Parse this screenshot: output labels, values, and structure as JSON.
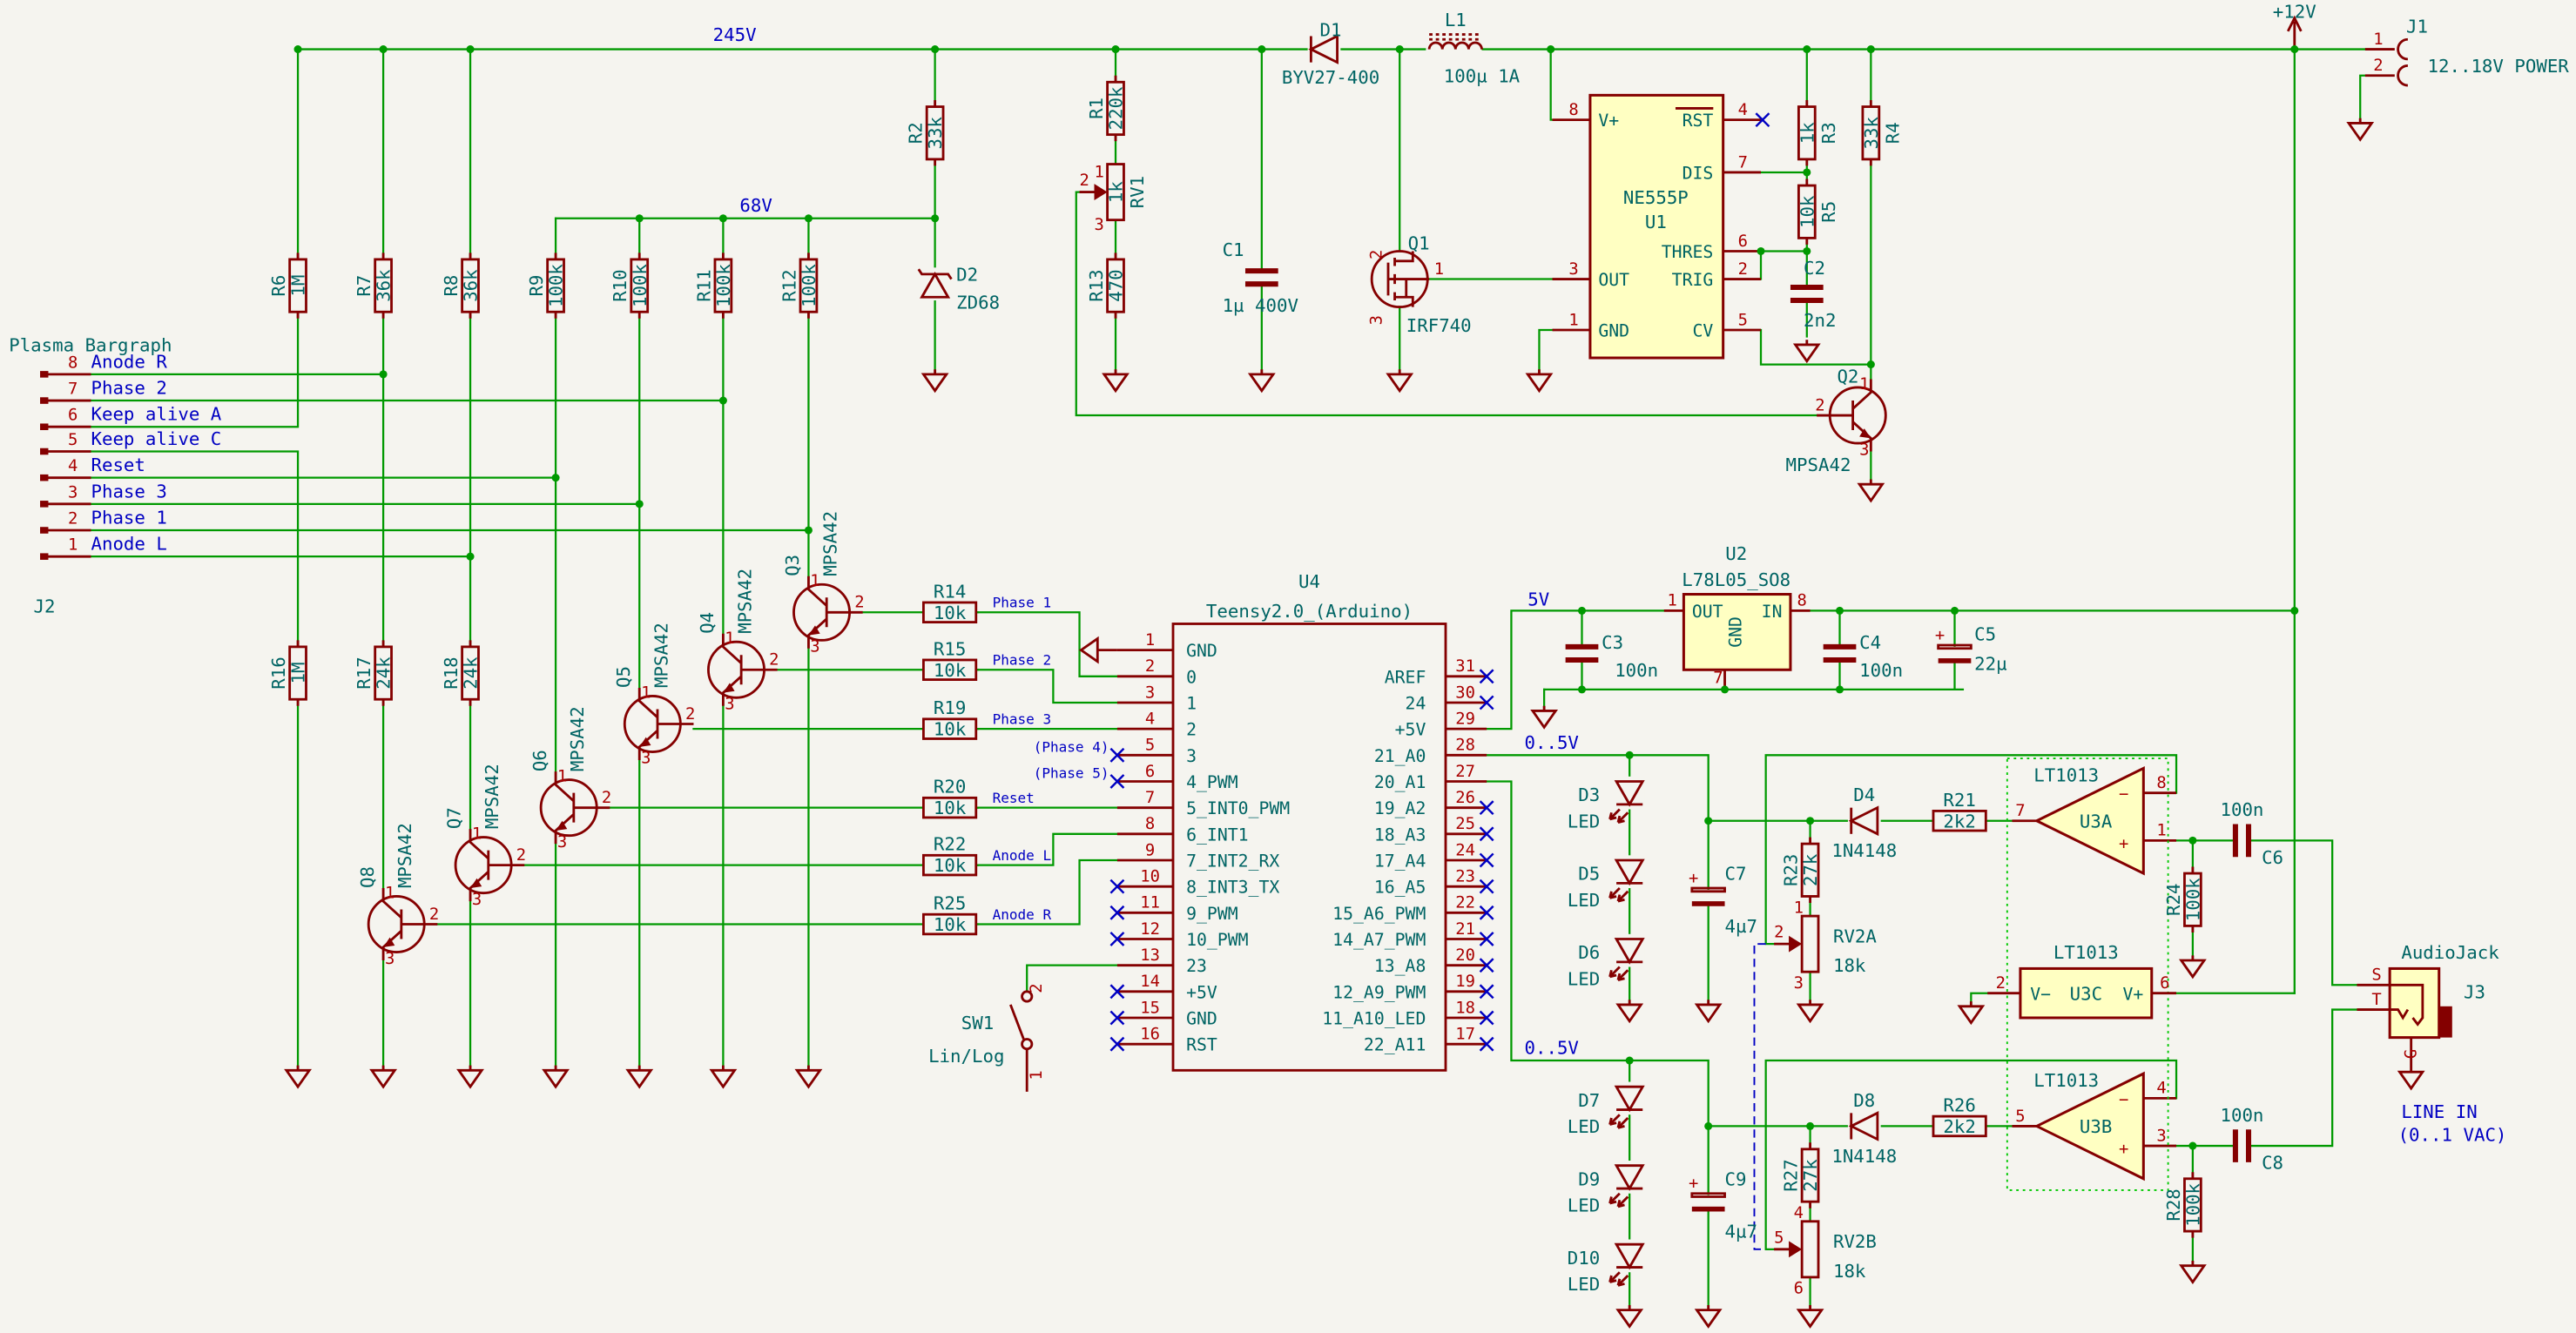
{
  "colors": {
    "background": "#f5f4ef",
    "wire": "#009900",
    "component": "#840000",
    "reference_text": "#006464",
    "net_label": "#0000c2",
    "pin_number": "#a90000",
    "body_fill": "#ffffc2",
    "no_connect": "#0000c2"
  },
  "symbols": {
    "plus": "+",
    "minus": "−"
  },
  "pin_numbers": [
    "1",
    "2",
    "3"
  ],
  "nets": {
    "hv": "245V",
    "v68": "68V",
    "v12": "+12V",
    "v5": "5V",
    "a0": "0..5V",
    "a1": "0..5V"
  },
  "signals": {
    "phase1": "Phase 1",
    "phase2": "Phase 2",
    "phase3": "Phase 3",
    "phase4": "(Phase 4)",
    "phase5": "(Phase 5)",
    "reset": "Reset",
    "anode_l": "Anode L",
    "anode_r": "Anode R"
  },
  "j1": {
    "ref": "J1",
    "label": "12..18V POWER",
    "pins": [
      "1",
      "2"
    ]
  },
  "j2": {
    "ref": "J2",
    "title": "Plasma Bargraph",
    "pins": [
      {
        "num": "8",
        "name": "Anode R"
      },
      {
        "num": "7",
        "name": "Phase 2"
      },
      {
        "num": "6",
        "name": "Keep alive A"
      },
      {
        "num": "5",
        "name": "Keep alive C"
      },
      {
        "num": "4",
        "name": "Reset"
      },
      {
        "num": "3",
        "name": "Phase 3"
      },
      {
        "num": "2",
        "name": "Phase 1"
      },
      {
        "num": "1",
        "name": "Anode L"
      }
    ]
  },
  "j3": {
    "ref": "J3",
    "value": "AudioJack",
    "pins": [
      "S",
      "T",
      "G"
    ],
    "note1": "LINE IN",
    "note2": "(0..1 VAC)"
  },
  "parts": {
    "R1": {
      "ref": "R1",
      "value": "220k"
    },
    "R2": {
      "ref": "R2",
      "value": "33k"
    },
    "R3": {
      "ref": "R3",
      "value": "1k"
    },
    "R4": {
      "ref": "R4",
      "value": "33k"
    },
    "R5": {
      "ref": "R5",
      "value": "10k"
    },
    "R6": {
      "ref": "R6",
      "value": "1M"
    },
    "R7": {
      "ref": "R7",
      "value": "36k"
    },
    "R8": {
      "ref": "R8",
      "value": "36k"
    },
    "R9": {
      "ref": "R9",
      "value": "100k"
    },
    "R10": {
      "ref": "R10",
      "value": "100k"
    },
    "R11": {
      "ref": "R11",
      "value": "100k"
    },
    "R12": {
      "ref": "R12",
      "value": "100k"
    },
    "R13": {
      "ref": "R13",
      "value": "470"
    },
    "R14": {
      "ref": "R14",
      "value": "10k"
    },
    "R15": {
      "ref": "R15",
      "value": "10k"
    },
    "R16": {
      "ref": "R16",
      "value": "1M"
    },
    "R17": {
      "ref": "R17",
      "value": "24k"
    },
    "R18": {
      "ref": "R18",
      "value": "24k"
    },
    "R19": {
      "ref": "R19",
      "value": "10k"
    },
    "R20": {
      "ref": "R20",
      "value": "10k"
    },
    "R21": {
      "ref": "R21",
      "value": "2k2"
    },
    "R22": {
      "ref": "R22",
      "value": "10k"
    },
    "R23": {
      "ref": "R23",
      "value": "27k"
    },
    "R24": {
      "ref": "R24",
      "value": "100k"
    },
    "R25": {
      "ref": "R25",
      "value": "10k"
    },
    "R26": {
      "ref": "R26",
      "value": "2k2"
    },
    "R27": {
      "ref": "R27",
      "value": "27k"
    },
    "R28": {
      "ref": "R28",
      "value": "100k"
    },
    "RV1": {
      "ref": "RV1",
      "value": "1k"
    },
    "RV2A": {
      "ref": "RV2A",
      "value": "18k",
      "pins": [
        "1",
        "2",
        "3"
      ]
    },
    "RV2B": {
      "ref": "RV2B",
      "value": "18k",
      "pins": [
        "4",
        "5",
        "6"
      ]
    },
    "C1": {
      "ref": "C1",
      "value": "1µ 400V"
    },
    "C2": {
      "ref": "C2",
      "value": "2n2"
    },
    "C3": {
      "ref": "C3",
      "value": "100n"
    },
    "C4": {
      "ref": "C4",
      "value": "100n"
    },
    "C5": {
      "ref": "C5",
      "value": "22µ"
    },
    "C6": {
      "ref": "C6",
      "value": "100n"
    },
    "C7": {
      "ref": "C7",
      "value": "4µ7"
    },
    "C8": {
      "ref": "C8",
      "value": "100n"
    },
    "C9": {
      "ref": "C9",
      "value": "4µ7"
    },
    "D1": {
      "ref": "D1",
      "value": "BYV27-400"
    },
    "D2": {
      "ref": "D2",
      "value": "ZD68"
    },
    "D3": {
      "ref": "D3",
      "value": "LED"
    },
    "D4": {
      "ref": "D4",
      "value": "1N4148"
    },
    "D5": {
      "ref": "D5",
      "value": "LED"
    },
    "D6": {
      "ref": "D6",
      "value": "LED"
    },
    "D7": {
      "ref": "D7",
      "value": "LED"
    },
    "D8": {
      "ref": "D8",
      "value": "1N4148"
    },
    "D9": {
      "ref": "D9",
      "value": "LED"
    },
    "D10": {
      "ref": "D10",
      "value": "LED"
    },
    "L1": {
      "ref": "L1",
      "value": "100µ 1A"
    },
    "Q1": {
      "ref": "Q1",
      "value": "IRF740"
    },
    "Q2": {
      "ref": "Q2",
      "value": "MPSA42"
    },
    "Q3": {
      "ref": "Q3",
      "value": "MPSA42"
    },
    "Q4": {
      "ref": "Q4",
      "value": "MPSA42"
    },
    "Q5": {
      "ref": "Q5",
      "value": "MPSA42"
    },
    "Q6": {
      "ref": "Q6",
      "value": "MPSA42"
    },
    "Q7": {
      "ref": "Q7",
      "value": "MPSA42"
    },
    "Q8": {
      "ref": "Q8",
      "value": "MPSA42"
    },
    "SW1": {
      "ref": "SW1",
      "value": "Lin/Log",
      "pins": [
        "2",
        "1"
      ]
    },
    "U2": {
      "ref": "U2",
      "value": "L78L05_SO8",
      "pins": [
        {
          "num": "1",
          "name": "OUT"
        },
        {
          "num": "8",
          "name": "IN"
        },
        {
          "num": "7",
          "name": "GND"
        }
      ]
    },
    "U3A": {
      "ref": "U3A",
      "value": "LT1013",
      "pins": {
        "out": "7",
        "inv": "8",
        "noninv": "1"
      }
    },
    "U3B": {
      "ref": "U3B",
      "value": "LT1013",
      "pins": {
        "out": "5",
        "inv": "4",
        "noninv": "3"
      }
    },
    "U3C": {
      "ref": "U3C",
      "value": "LT1013",
      "pins": {
        "vm": "2",
        "vp": "6"
      },
      "vm_label": "V−",
      "vp_label": "V+"
    }
  },
  "U1": {
    "ref": "U1",
    "value": "NE555P",
    "left_pins": [
      {
        "num": "8",
        "name": "V+"
      },
      {
        "num": "3",
        "name": "OUT"
      },
      {
        "num": "1",
        "name": "GND"
      }
    ],
    "right_pins": [
      {
        "num": "4",
        "name": "RST"
      },
      {
        "num": "7",
        "name": "DIS"
      },
      {
        "num": "6",
        "name": "THRES"
      },
      {
        "num": "2",
        "name": "TRIG"
      },
      {
        "num": "5",
        "name": "CV"
      }
    ]
  },
  "U4": {
    "ref": "U4",
    "value": "Teensy2.0_(Arduino)",
    "left_pins": [
      {
        "num": "1",
        "name": "GND"
      },
      {
        "num": "2",
        "name": "0"
      },
      {
        "num": "3",
        "name": "1"
      },
      {
        "num": "4",
        "name": "2"
      },
      {
        "num": "5",
        "name": "3"
      },
      {
        "num": "6",
        "name": "4_PWM"
      },
      {
        "num": "7",
        "name": "5_INT0_PWM"
      },
      {
        "num": "8",
        "name": "6_INT1"
      },
      {
        "num": "9",
        "name": "7_INT2_RX"
      },
      {
        "num": "10",
        "name": "8_INT3_TX"
      },
      {
        "num": "11",
        "name": "9_PWM"
      },
      {
        "num": "12",
        "name": "10_PWM"
      },
      {
        "num": "13",
        "name": "23"
      },
      {
        "num": "14",
        "name": "+5V"
      },
      {
        "num": "15",
        "name": "GND"
      },
      {
        "num": "16",
        "name": "RST"
      }
    ],
    "right_pins": [
      {
        "num": "31",
        "name": "AREF"
      },
      {
        "num": "30",
        "name": "24"
      },
      {
        "num": "29",
        "name": "+5V"
      },
      {
        "num": "28",
        "name": "21_A0"
      },
      {
        "num": "27",
        "name": "20_A1"
      },
      {
        "num": "26",
        "name": "19_A2"
      },
      {
        "num": "25",
        "name": "18_A3"
      },
      {
        "num": "24",
        "name": "17_A4"
      },
      {
        "num": "23",
        "name": "16_A5"
      },
      {
        "num": "22",
        "name": "15_A6_PWM"
      },
      {
        "num": "21",
        "name": "14_A7_PWM"
      },
      {
        "num": "20",
        "name": "13_A8"
      },
      {
        "num": "19",
        "name": "12_A9_PWM"
      },
      {
        "num": "18",
        "name": "11_A10_LED"
      },
      {
        "num": "17",
        "name": "22_A11"
      }
    ]
  }
}
